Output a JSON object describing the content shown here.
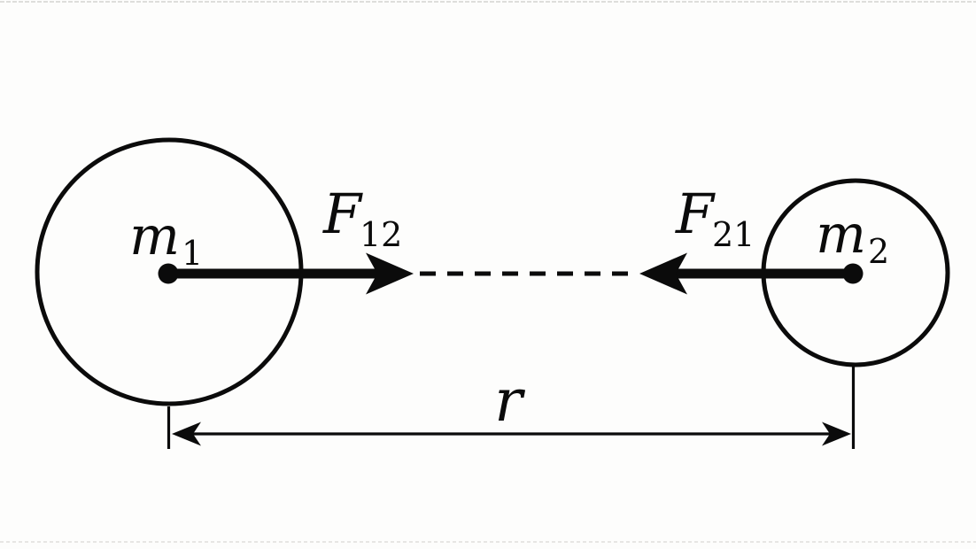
{
  "figure": {
    "colors": {
      "background": "#fdfdfc",
      "ink": "#0b0b0b"
    },
    "labels": {
      "mass1": {
        "symbol": "m",
        "subscript": "1"
      },
      "mass2": {
        "symbol": "m",
        "subscript": "2"
      },
      "force12": {
        "symbol": "F",
        "subscript": "12"
      },
      "force21": {
        "symbol": "F",
        "subscript": "21"
      },
      "distance": {
        "symbol": "r"
      }
    }
  }
}
